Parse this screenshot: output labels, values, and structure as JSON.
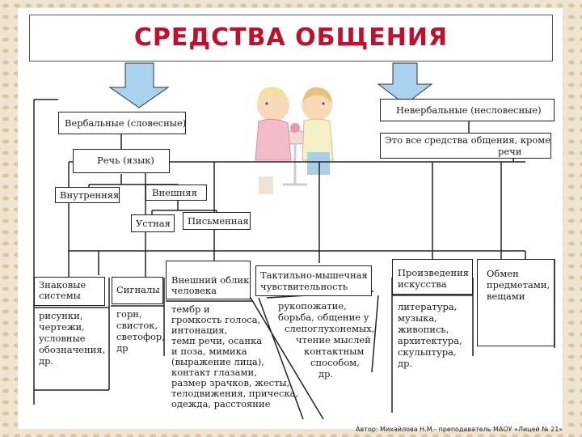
{
  "title": "СРЕДСТВА ОБЩЕНИЯ",
  "colors": {
    "title": "#c0102b",
    "arrow": "#a9d2ee",
    "frame": "#efe4cf"
  },
  "verbal": {
    "root": "Вербальные (словесные)",
    "speech": "Речь (язык)",
    "inner": "Внутренняя",
    "outer": "Внешняя",
    "oral": "Устная",
    "written": "Письменная"
  },
  "nonverbal": {
    "root": "Невербальные (несловесные)",
    "definition_line1": "Это все средства общения, кроме",
    "definition_line2": "речи"
  },
  "categories": [
    {
      "head": [
        "Знаковые",
        "системы"
      ],
      "items": [
        "рисунки,",
        "чертежи,",
        "условные",
        "обозначения,",
        "др."
      ]
    },
    {
      "head": [
        "Сигналы"
      ],
      "items": [
        "горн,",
        "свисток,",
        "светофор,",
        "др"
      ]
    },
    {
      "head": [
        "Внешний облик",
        "человека"
      ],
      "items": [
        "тембр и",
        "громкость голоса,",
        "интонация,",
        "темп речи, осанка",
        "и поза, мимика",
        "(выражение лица),",
        "контакт глазами,",
        "размер зрачков, жесты,",
        "телодвижения, прическа,",
        "одежда, расстояние"
      ]
    },
    {
      "head": [
        "Тактильно-мышечная",
        "чувствительность"
      ],
      "items": [
        "рукопожатие,",
        "борьба, общение у",
        "слепоглухонемых,",
        "чтение мыслей",
        "контактным",
        "способом,",
        "др."
      ]
    },
    {
      "head": [
        "Произведения",
        "искусства"
      ],
      "items": [
        "литература,",
        "музыка,",
        "живопись,",
        "архитектура,",
        "скульптура,",
        "др."
      ]
    },
    {
      "head": [
        "Обмен",
        "предметами,",
        "вещами"
      ],
      "items": []
    }
  ],
  "footer": "Автор: Михайлова Н.М.- преподаватель МАОУ «Лицей № 21»"
}
